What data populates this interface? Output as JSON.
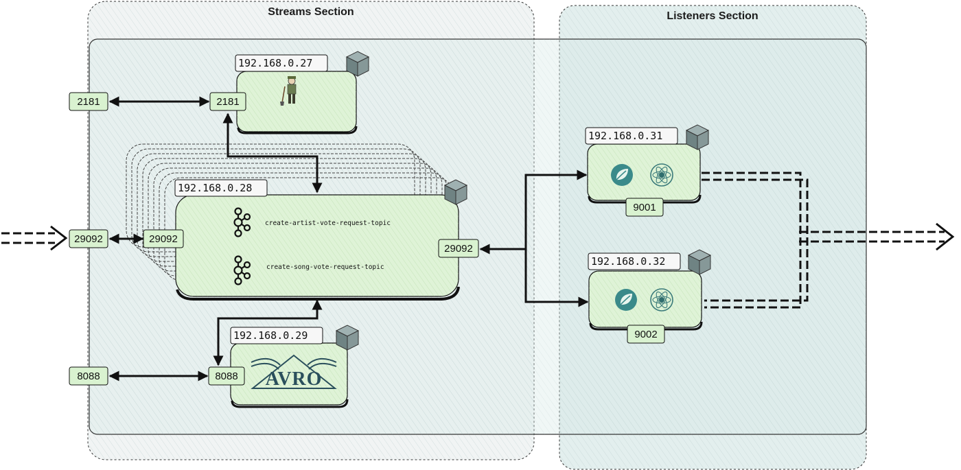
{
  "sections": {
    "streams_title": "Streams Section",
    "listeners_title": "Listeners Section"
  },
  "nodes": {
    "zookeeper": {
      "ip": "192.168.0.27",
      "port": "2181",
      "external_port": "2181",
      "icon": "zookeeper-keeper-icon"
    },
    "kafka": {
      "ip": "192.168.0.28",
      "port_left": "29092",
      "port_right": "29092",
      "external_port": "29092",
      "topics": [
        "create-artist-vote-request-topic",
        "create-song-vote-request-topic"
      ],
      "icon": "kafka-icon"
    },
    "schema_registry": {
      "ip": "192.168.0.29",
      "port": "8088",
      "external_port": "8088",
      "logo_text": "AVRO"
    },
    "listener_1": {
      "ip": "192.168.0.31",
      "port": "9001",
      "icons": [
        "spring-icon",
        "atom-icon"
      ]
    },
    "listener_2": {
      "ip": "192.168.0.32",
      "port": "9002",
      "icons": [
        "spring-icon",
        "atom-icon"
      ]
    }
  },
  "colors": {
    "node_fill": "#dff3d7",
    "port_fill": "#d9f2d0",
    "ip_fill": "#f7f7f7",
    "streams_fill": "#f1f4f4",
    "listeners_fill": "#e3efee",
    "overlay_fill": "#d3e8e6",
    "cube": "#7e9191",
    "spring_green": "#3a8a8a"
  }
}
